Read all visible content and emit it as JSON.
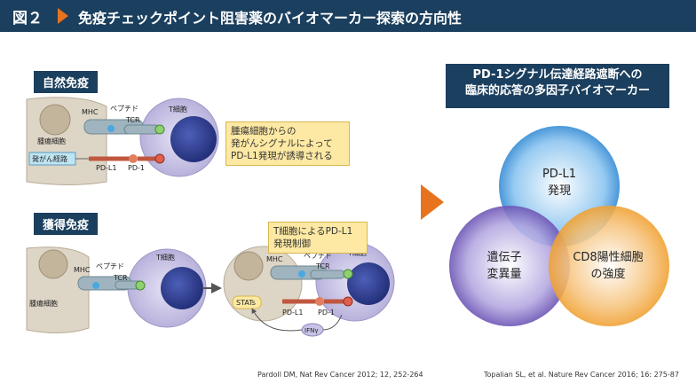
{
  "header": {
    "figure_label": "図２",
    "title": "免疫チェックポイント阻害薬のバイオマーカー探索の方向性"
  },
  "sections": {
    "natural": "自然免疫",
    "acquired": "獲得免疫"
  },
  "diagram": {
    "mhc": "MHC",
    "peptide": "ペプチド",
    "tcr": "TCR",
    "t_cell": "T細胞",
    "tumor_cell": "腫瘍細胞",
    "oncogenic": "発がん経路",
    "pdl1": "PD-L1",
    "pd1": "PD-1",
    "stats": "STATs",
    "ifn": "IFNγ"
  },
  "notes": {
    "natural": "腫瘍細胞からの\n発がんシグナルによって\nPD-L1発現が誘導される",
    "acquired": "T細胞によるPD-L1\n発現制御"
  },
  "right_title": "PD-1シグナル伝達経路遮断への\n臨床的応答の多因子バイオマーカー",
  "venn": [
    {
      "label": "PD-L1\n発現",
      "color": "#3b8fd6"
    },
    {
      "label": "遺伝子\n変異量",
      "color": "#6a52b3"
    },
    {
      "label": "CD8陽性細胞\nの強度",
      "color": "#f0a030"
    }
  ],
  "citations": {
    "left": "Pardoll DM, Nat Rev Cancer 2012; 12, 252-264",
    "right": "Topalian SL, et al. Nature Rev Cancer 2016; 16: 275-87"
  }
}
